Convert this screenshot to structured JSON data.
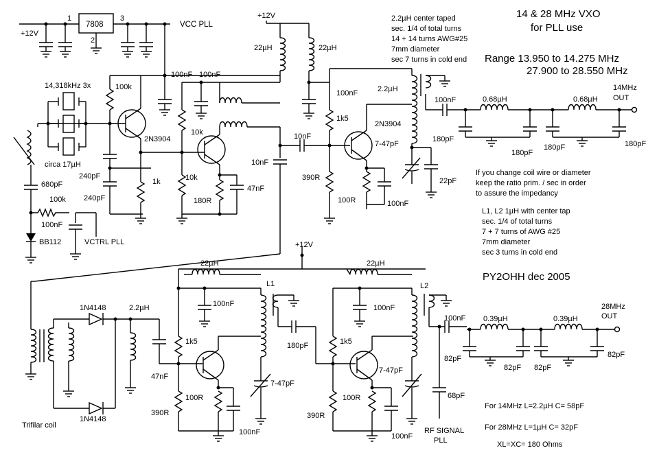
{
  "title": {
    "line1": "14 & 28 MHz VXO",
    "line2": "for PLL use"
  },
  "range": {
    "line1": "Range 13.950 to 14.275 MHz",
    "line2": "27.900 to 28.550 MHz"
  },
  "coil_note": [
    "2.2µH center taped",
    "sec. 1/4 of total turns",
    "14 + 14 turns AWG#25",
    "7mm diameter",
    "sec 7 turns in cold end"
  ],
  "ratio_note": [
    "If you change coil wire or diameter",
    "keep the ratio prim. / sec  in order",
    "to assure the impedancy"
  ],
  "l1l2_note": [
    "L1, L2  1µH with center tap",
    "sec. 1/4 of total turns",
    "7 + 7 turns of AWG #25",
    "7mm diameter",
    "sec 3 turns in cold end"
  ],
  "author": "PY2OHH dec 2005",
  "formulas": [
    "For 14MHz L=2.2µH  C= 58pF",
    "For 28MHz L=1µH   C= 32pF",
    "XL=XC= 180 Ohms"
  ],
  "supply": {
    "v12": "+12V",
    "v12b": "+12V",
    "v12c": "+12V",
    "vcc": "VCC PLL",
    "reg": "7808",
    "pin1": "1",
    "pin2": "2",
    "pin3": "3"
  },
  "parts": {
    "xtal": "14,318kHz 3x",
    "circa": "circa 17µH",
    "c680": "680pF",
    "r100k_in": "100k",
    "c100n_in": "100nF",
    "bb112": "BB112",
    "vctrl": "VCTRL PLL",
    "r100k_b": "100k",
    "q1": "2N3904",
    "c240a": "240pF",
    "c240b": "240pF",
    "r1k": "1k",
    "c100n_a": "100nF",
    "c100n_b": "100nF",
    "r10k_a": "10k",
    "r10k_b": "10k",
    "r180": "180R",
    "c47n": "47nF",
    "c10n_a": "10nF",
    "c10n_b": "10nF",
    "l22_a": "22µH",
    "l22_b": "22µH",
    "c100n_c": "100nF",
    "l2_2": "2.2µH",
    "r1k5": "1k5",
    "q2": "2N3904",
    "c7_47": "7-47pF",
    "c22p": "22pF",
    "r390": "390R",
    "r100": "100R",
    "c100n_d": "100nF",
    "c100n_out": "100nF",
    "l068_a": "0.68µH",
    "l068_b": "0.68µH",
    "c180_a": "180pF",
    "c180_b": "180pF",
    "c180_c": "180pF",
    "c180_d": "180pF",
    "out14": "14MHz",
    "out14b": "OUT",
    "d1": "1N4148",
    "d2": "1N4148",
    "l22_c": "2.2µH",
    "trifilar": "Trifilar coil",
    "l22_d": "22µH",
    "l22_e": "22µH",
    "l1": "L1",
    "l2": "L2",
    "c100n_e": "100nF",
    "c100n_f": "100nF",
    "r1k5_b": "1k5",
    "r1k5_c": "1k5",
    "c47n_b": "47nF",
    "c180_e": "180pF",
    "c7_47_b": "7-47pF",
    "c7_47_c": "7-47pF",
    "r390_b": "390R",
    "r390_c": "390R",
    "r100_b": "100R",
    "r100_c": "100R",
    "c100n_g": "100nF",
    "c100n_h": "100nF",
    "c100n_out2": "100nF",
    "l039_a": "0.39µH",
    "l039_b": "0.39µH",
    "c82_a": "82pF",
    "c82_b": "82pF",
    "c82_c": "82pF",
    "c82_d": "82pF",
    "c68": "68pF",
    "rfsig1": "RF SIGNAL",
    "rfsig2": "PLL",
    "out28": "28MHz",
    "out28b": "OUT"
  }
}
